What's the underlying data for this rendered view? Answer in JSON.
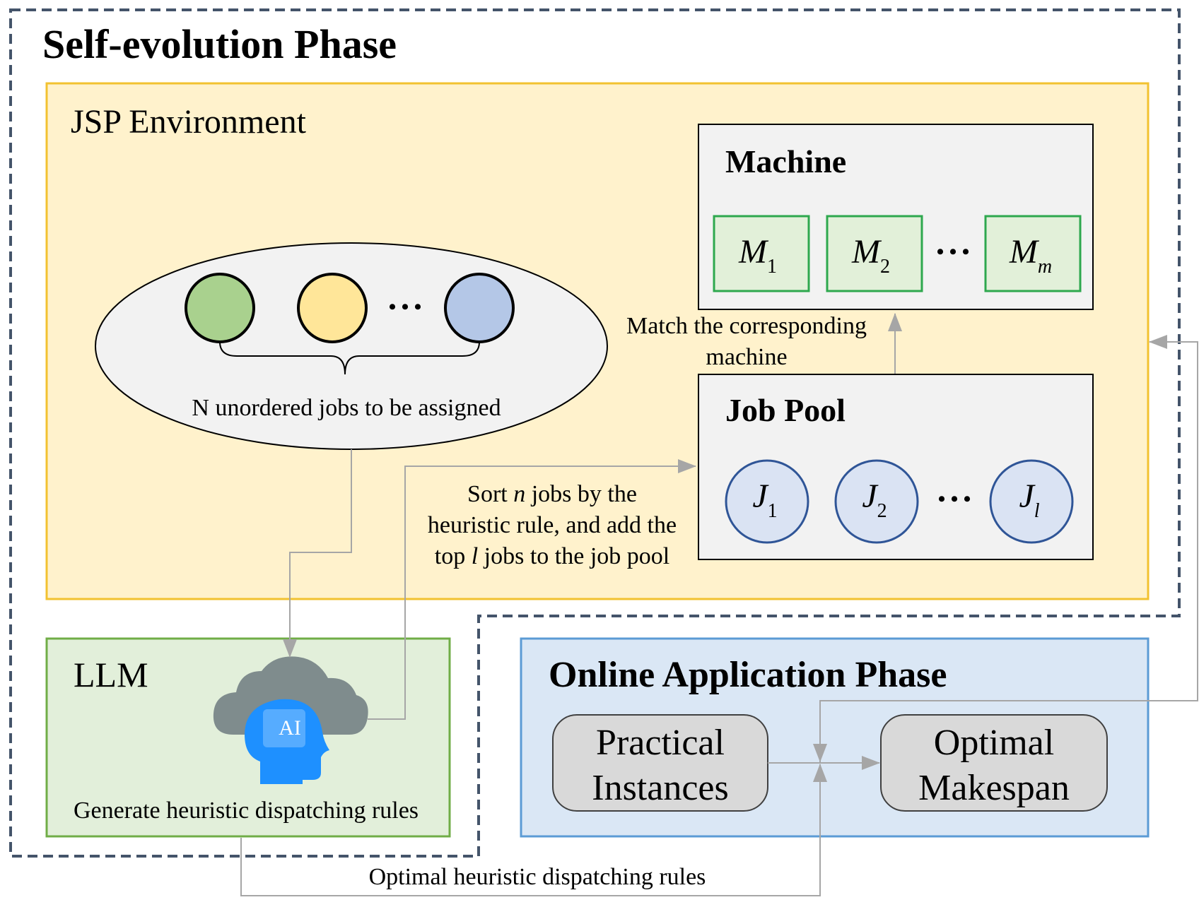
{
  "self_evolution": {
    "title": "Self-evolution Phase"
  },
  "jsp_env": {
    "title": "JSP Environment",
    "jobs_caption": "N unordered jobs to be assigned",
    "ellipsis": "• • •",
    "job_colors": [
      "#a9d18e",
      "#ffe699",
      "#b4c7e7"
    ]
  },
  "machine": {
    "title": "Machine",
    "items": [
      {
        "symbol": "M",
        "sub": "1"
      },
      {
        "symbol": "M",
        "sub": "2"
      },
      {
        "symbol": "M",
        "sub": "m"
      }
    ],
    "ellipsis": "• • •"
  },
  "match_label": {
    "line1": "Match the corresponding",
    "line2": "machine"
  },
  "job_pool": {
    "title": "Job Pool",
    "items": [
      {
        "symbol": "J",
        "sub": "1"
      },
      {
        "symbol": "J",
        "sub": "2"
      },
      {
        "symbol": "J",
        "sub": "l"
      }
    ],
    "ellipsis": "• • •"
  },
  "sort_label": {
    "line1_a": "Sort ",
    "line1_var": "n",
    "line1_b": " jobs by the",
    "line2": "heuristic rule, and add the",
    "line3_a": "top ",
    "line3_var": "l",
    "line3_b": " jobs to the job pool"
  },
  "llm": {
    "title": "LLM",
    "icon_text": "AI",
    "caption": "Generate heuristic dispatching rules"
  },
  "online": {
    "title": "Online Application Phase",
    "practical_line1": "Practical",
    "practical_line2": "Instances",
    "optimal_line1": "Optimal",
    "optimal_line2": "Makespan"
  },
  "bottom_label": "Optimal heuristic dispatching  rules",
  "colors": {
    "dashed_border": "#44546a",
    "jsp_fill": "#fff2cc",
    "jsp_border": "#f2c230",
    "gray_box_fill": "#f2f2f2",
    "machine_item_fill": "#e2f0d9",
    "machine_item_border": "#2ea84e",
    "job_item_fill": "#dae3f3",
    "job_item_border": "#2f5597",
    "llm_fill": "#e2efda",
    "llm_border": "#70ad47",
    "online_fill": "#dae7f5",
    "online_border": "#5b9bd5",
    "rounded_fill": "#d9d9d9",
    "arrow": "#a6a6a6"
  }
}
